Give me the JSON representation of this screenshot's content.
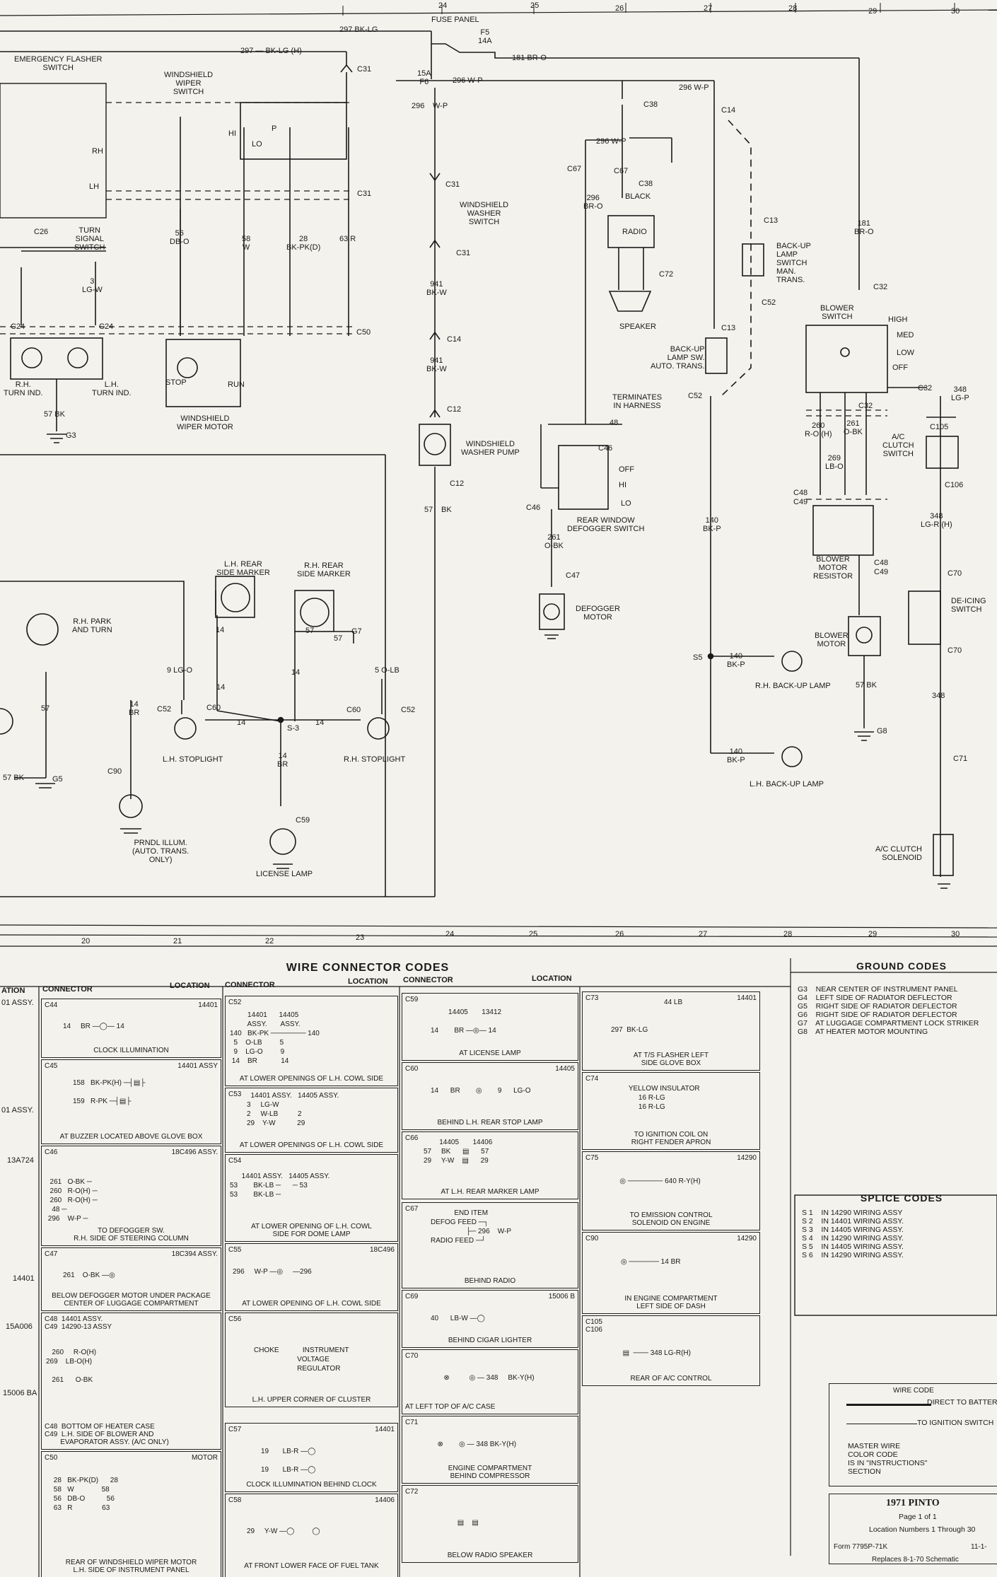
{
  "top_ruler": [
    "24",
    "25",
    "26",
    "27",
    "28",
    "29",
    "30"
  ],
  "mid_ruler": [
    "20",
    "21",
    "22",
    "23",
    "24",
    "25",
    "26",
    "27",
    "28",
    "29",
    "30"
  ],
  "labels": {
    "emergency_flasher": "EMERGENCY FLASHER\nSWITCH",
    "wiper_switch": "WINDSHIELD\nWIPER\nSWITCH",
    "fuse_panel": "FUSE PANEL",
    "f5": "F5\n14A",
    "f6": "15A\nF6",
    "w297_bklg": "297 BK-LG",
    "w297_bklg_h": "297 — BK-LG (H)",
    "w181_bro": "181 BR-O",
    "w296_wp_a": "296 W-P",
    "w296_wp_b": "296",
    "w296_wp_c": "W-P",
    "turn_signal": "TURN\nSIGNAL\nSWITCH",
    "c26": "C26",
    "c31a": "C31",
    "c31b": "C31",
    "hi": "HI",
    "lo": "LO",
    "p": "P",
    "rh": "RH",
    "lh": "LH",
    "w56": "56\nDB-O",
    "w58": "58\nW",
    "w28": "28\nBK-PK(D)",
    "w63": "63 R",
    "w3lgw": "3\nLG-W",
    "c24a": "C24",
    "c24b": "C24",
    "c50": "C50",
    "rh_turn": "R.H.\nTURN IND.",
    "lh_turn": "L.H.\nTURN IND.",
    "w57bk": "57 BK",
    "g3": "G3",
    "stop": "STOP",
    "run": "RUN",
    "wiper_motor": "WINDSHIELD\nWIPER MOTOR",
    "washer_switch": "WINDSHIELD\nWASHER\nSWITCH",
    "c31c": "C31",
    "c31d": "C31",
    "w941a": "941\nBK-W",
    "c14a": "C14",
    "w941b": "941\nBK-W",
    "c12a": "C12",
    "washer_pump": "WINDSHIELD\nWASHER PUMP",
    "c12b": "C12",
    "w57": "57",
    "bk": "BK",
    "c38a": "C38",
    "w296wp_d": "296 W-P",
    "w296wp_e": "296 W-P",
    "c67a": "C67",
    "c67b": "C67",
    "c38b": "C38",
    "black": "BLACK",
    "w296bro": "296\nBR-O",
    "radio": "RADIO",
    "c72": "C72",
    "speaker": "SPEAKER",
    "c14b": "C14",
    "c13a": "C13",
    "backup_man": "BACK-UP\nLAMP\nSWITCH\nMAN.\nTRANS.",
    "c52a": "C52",
    "c13b": "C13",
    "backup_auto": "BACK-UP\nLAMP SW.\nAUTO. TRANS.",
    "c52b": "C52",
    "w181": "181\nBR-O",
    "c32a": "C32",
    "blower_switch": "BLOWER\nSWITCH",
    "high": "HIGH",
    "med": "MED",
    "low": "LOW",
    "off": "OFF",
    "c32b": "C32",
    "w348lgp": "348\nLG-P",
    "c32c": "C32",
    "w260": "260\nR-O (H)",
    "w261": "261\nO-BK",
    "w269": "269\nLB-O",
    "c105": "C105",
    "ac_clutch_sw": "A/C\nCLUTCH\nSWITCH",
    "c106": "C106",
    "c48a": "C48",
    "c49a": "C49",
    "w348lgr": "348\nLG-R (H)",
    "blower_resistor": "BLOWER\nMOTOR\nRESISTOR",
    "c48b": "C48",
    "c49b": "C49",
    "c70a": "C70",
    "deicing": "DE-ICING\nSWITCH",
    "c70b": "C70",
    "blower_motor": "BLOWER\nMOTOR",
    "w57bk_b": "57 BK",
    "w348": "348",
    "g8": "G8",
    "c71": "C71",
    "ac_solenoid": "A/C CLUTCH\nSOLENOID",
    "terminates": "TERMINATES\nIN HARNESS",
    "w48": "48",
    "c46a": "C46",
    "off2": "OFF",
    "hi2": "HI",
    "lo2": "LO",
    "c46b": "C46",
    "defogger_sw": "REAR WINDOW\nDEFOGGER SWITCH",
    "w261obk": "261\nO-BK",
    "c47": "C47",
    "defogger_motor": "DEFOGGER\nMOTOR",
    "w140bkp": "140\nBK-P",
    "s5": "S5",
    "w140bkp_b": "140\nBK-P",
    "rh_backup": "R.H. BACK-UP LAMP",
    "w140bkp_c": "140\nBK-P",
    "lh_backup": "L.H. BACK-UP LAMP",
    "lh_rear_marker": "L.H. REAR\nSIDE MARKER",
    "rh_rear_marker": "R.H. REAR\nSIDE MARKER",
    "rh_park": "R.H. PARK\nAND TURN",
    "w14a": "14",
    "w14b": "14",
    "w57c": "57",
    "w57d": "57",
    "g7": "G7",
    "w9lgo": "9 LG-O",
    "w5olb": "5 O-LB",
    "w14c": "14",
    "w14br": "14\nBR",
    "c52c": "C52",
    "c60a": "C60",
    "w14d": "14",
    "s3": "S-3",
    "w14e": "14",
    "c60b": "C60",
    "c52d": "C52",
    "lh_stop": "L.H. STOPLIGHT",
    "rh_stop": "R.H. STOPLIGHT",
    "w14br_b": "14\nBR",
    "w57e": "57",
    "w57bk_c": "57 BK",
    "g5": "G5",
    "c90": "C90",
    "c59": "C59",
    "license_lamp": "LICENSE LAMP",
    "prndl": "PRNDL ILLUM.\n(AUTO. TRANS.\nONLY)"
  },
  "wire_codes_title": "WIRE CONNECTOR CODES",
  "col_headers": [
    "ATION",
    "CONNECTOR",
    "LOCATION",
    "CONNECTOR",
    "LOCATION",
    "CONNECTOR",
    "LOCATION"
  ],
  "cells": [
    {
      "id": "c44",
      "name": "C44",
      "loc": "14401",
      "body": "14     BR —◯— 14",
      "cap": "CLOCK ILLUMINATION"
    },
    {
      "id": "c45",
      "name": "C45",
      "loc": "14401 ASSY",
      "body": "158   BK-PK(H) ─┤▤├\n\n159   R-PK ─┤▤├",
      "cap": "AT BUZZER LOCATED ABOVE GLOVE BOX"
    },
    {
      "id": "c46",
      "name": "C46",
      "loc": "18C496 ASSY.",
      "body": "  261   O-BK ─\n  260   R-O(H) ─\n  260   R-O(H) ─\n   48 ─\n 296    W-P ─",
      "cap": "TO DEFOGGER SW.\nR.H. SIDE OF STEERING COLUMN"
    },
    {
      "id": "c47",
      "name": "C47",
      "loc": "18C394 ASSY.",
      "body": "261    O-BK —◎",
      "": "",
      "cap": "BELOW DEFOGGER MOTOR UNDER PACKAGE\nCENTER OF LUGGAGE COMPARTMENT"
    },
    {
      "id": "c48",
      "name": "C48  14401 ASSY.\nC49  14290-13 ASSY",
      "loc": "",
      "body": "\n   260     R-O(H)\n269    LB-O(H)\n\n   261      O-BK",
      "cap": "C48  BOTTOM OF HEATER CASE\nC49  L.H. SIDE OF BLOWER AND\n        EVAPORATOR ASSY. (A/C ONLY)",
      "capl": true
    },
    {
      "id": "c50",
      "name": "C50",
      "loc": "MOTOR",
      "body": " 28   BK-PK(D)      28\n 58   W              58\n 56   DB-O           56\n 63   R               63",
      "cap": "REAR OF WINDSHIELD WIPER MOTOR\nL.H. SIDE OF INSTRUMENT PANEL"
    },
    {
      "id": "c52",
      "name": "C52",
      "loc": "",
      "body": "         14401      14405\n         ASSY.       ASSY.\n140   BK-PK ─────── 140\n  5    O-LB         5\n  9    LG-O         9\n 14    BR            14",
      "cap": "AT LOWER OPENINGS OF L.H. COWL SIDE"
    },
    {
      "id": "c53",
      "name": "C53",
      "loc": "",
      "body": "  14401 ASSY.   14405 ASSY.\n3     LG-W\n2     W-LB          2\n29    Y-W           29",
      "cap": "AT LOWER OPENINGS OF L.H. COWL SIDE"
    },
    {
      "id": "c54",
      "name": "C54",
      "loc": "",
      "body": "      14401 ASSY.   14405 ASSY.\n53        BK-LB ─      ─ 53\n53        BK-LB ─",
      "cap": "AT LOWER OPENING OF L.H. COWL\nSIDE FOR DOME LAMP"
    },
    {
      "id": "c55",
      "name": "C55",
      "loc": "18C496",
      "body": "\n296     W-P —◎     —296",
      "cap": "AT LOWER OPENING OF L.H. COWL SIDE"
    },
    {
      "id": "c56",
      "name": "C56",
      "loc": "",
      "body": "\n\nCHOKE            INSTRUMENT\n                      VOLTAGE\n                      REGULATOR",
      "cap": "L.H. UPPER CORNER OF CLUSTER"
    },
    {
      "id": "c57",
      "name": "C57",
      "loc": "14401",
      "body": "\n19       LB-R —◯\n\n19       LB-R —◯",
      "cap": "CLOCK ILLUMINATION BEHIND CLOCK"
    },
    {
      "id": "c58",
      "name": "C58",
      "loc": "14406",
      "body": "\n\n29     Y-W —◯         ◯",
      "cap": "AT FRONT LOWER FACE OF FUEL TANK"
    },
    {
      "id": "c59",
      "name": "C59",
      "loc": "",
      "body": "         14405       13412\n\n14        BR —◎— 14",
      "cap": "AT LICENSE LAMP"
    },
    {
      "id": "c60",
      "name": "C60",
      "loc": "14405",
      "body": "\n14      BR        ◎        9      LG-O",
      "cap": "BEHIND L.H. REAR STOP LAMP"
    },
    {
      "id": "c66",
      "name": "C66",
      "loc": "",
      "body": "        14405       14406\n57     BK      ▤      57\n29     Y-W    ▤      29",
      "cap": "AT L.H. REAR MARKER LAMP"
    },
    {
      "id": "c67",
      "name": "C67",
      "loc": "",
      "body": "            END ITEM\nDEFOG FEED ─┐\n                  ├─ 296    W-P\nRADIO FEED ─┘",
      "cap": "BEHIND RADIO"
    },
    {
      "id": "c69",
      "name": "C69",
      "loc": "15006 B",
      "body": "\n40      LB-W —◯",
      "cap": "BEHIND CIGAR LIGHTER"
    },
    {
      "id": "c70",
      "name": "C70",
      "loc": "",
      "body": "\n   ⊗          ◎ — 348     BK-Y(H)",
      "cap": "AT LEFT TOP OF A/C CASE",
      "capl": true
    },
    {
      "id": "c71",
      "name": "C71",
      "loc": "",
      "body": "\n       ⊗        ◎ — 348 BK-Y(H)",
      "cap": "ENGINE COMPARTMENT\nBEHIND COMPRESSOR"
    },
    {
      "id": "c72",
      "name": "C72",
      "loc": "",
      "body": "\n\n          ▤    ▤",
      "cap": "BELOW RADIO SPEAKER"
    },
    {
      "id": "c73",
      "name": "C73",
      "loc": "14401",
      "body": "                           44 LB\n\n\n297  BK-LG",
      "cap": "AT T/S FLASHER LEFT\nSIDE GLOVE BOX"
    },
    {
      "id": "c74",
      "name": "C74",
      "loc": "",
      "body": "         YELLOW INSULATOR\n              16 R-LG\n              16 R-LG",
      "cap": "TO IGNITION COIL ON\nRIGHT FENDER APRON"
    },
    {
      "id": "c75",
      "name": "C75",
      "loc": "14290",
      "body": "\n        ◎ ─────── 640 R-Y(H)",
      "cap": "TO EMISSION CONTROL\nSOLENOID ON ENGINE"
    },
    {
      "id": "c90",
      "name": "C90",
      "loc": "14290",
      "body": "\n     ◎ ────── 14 BR",
      "cap": "IN ENGINE COMPARTMENT\nLEFT SIDE OF DASH"
    },
    {
      "id": "c105",
      "name": "C105\nC106",
      "loc": "",
      "body": "\n\n      ▤  ─── 348 LG-R(H)",
      "cap": "REAR OF A/C CONTROL"
    }
  ],
  "left_frag": [
    "01 ASSY.",
    "01 ASSY.",
    "13A724",
    "14401",
    "15A006",
    "15006 BA"
  ],
  "ground": {
    "title": "GROUND CODES",
    "items": [
      "G3    NEAR CENTER OF INSTRUMENT PANEL",
      "G4    LEFT SIDE OF RADIATOR DEFLECTOR",
      "G5    RIGHT SIDE OF RADIATOR DEFLECTOR",
      "G6    RIGHT SIDE OF RADIATOR DEFLECTOR",
      "G7    AT LUGGAGE COMPARTMENT LOCK STRIKER",
      "G8    AT HEATER MOTOR MOUNTING"
    ]
  },
  "splice": {
    "title": "SPLICE CODES",
    "items": [
      "S 1    IN 14290 WIRING ASSY",
      "S 2    IN 14401 WIRING ASSY.",
      "S 3    IN 14405 WIRING ASSY.",
      "S 4    IN 14290 WIRING ASSY.",
      "S 5    IN 14405 WIRING ASSY.",
      "S 6    IN 14290 WIRING ASSY."
    ]
  },
  "wire_code": {
    "title": "WIRE CODE",
    "direct": "DIRECT TO BATTERY",
    "ignition": "TO IGNITION SWITCH",
    "note": "MASTER WIRE\nCOLOR CODE\nIS IN \"INSTRUCTIONS\"\nSECTION"
  },
  "title_block": {
    "title": "1971 PINTO",
    "page": "Page 1 of 1",
    "locs": "Location Numbers 1 Through 30",
    "form": "Form 7795P-71K",
    "date": "11-1-",
    "replaces": "Replaces 8-1-70 Schematic"
  }
}
